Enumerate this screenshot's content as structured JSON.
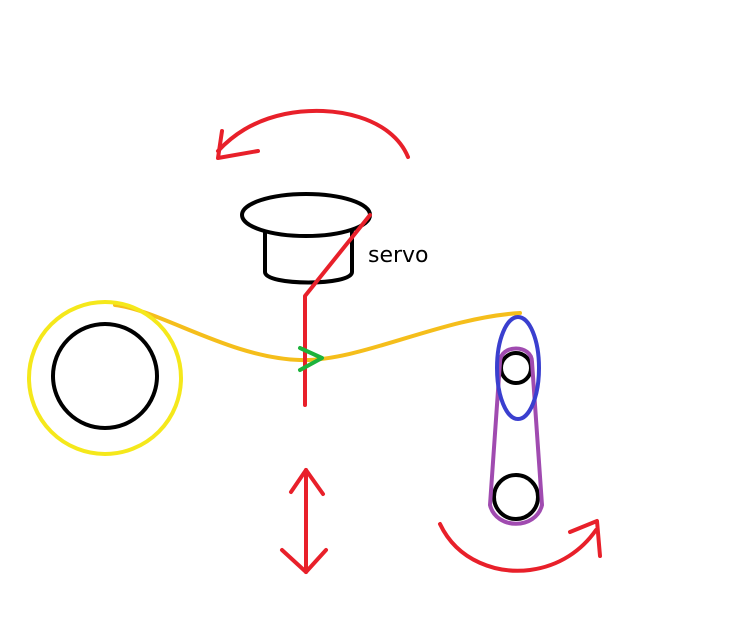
{
  "labels": {
    "servo": "servo"
  },
  "colors": {
    "background": "#ffffff",
    "rotation_arrows": "#e8202a",
    "motion_arrow": "#e8202a",
    "servo_body": "#000000",
    "servo_arm": "#e8202a",
    "thread": "#f5be1b",
    "spool_ring": "#f5e81b",
    "spool_core": "#000000",
    "guide": "#1db33c",
    "eccentric_loop": "#3a3fcf",
    "belt": "#a04bb0",
    "pulleys": "#000000"
  },
  "components": [
    "servo",
    "servo-arm",
    "thread",
    "thread-guide",
    "supply-spool",
    "vertical-motion-arrow",
    "top-rotation-arrow",
    "bottom-rotation-arrow",
    "pulley-belt",
    "eccentric-loop"
  ]
}
